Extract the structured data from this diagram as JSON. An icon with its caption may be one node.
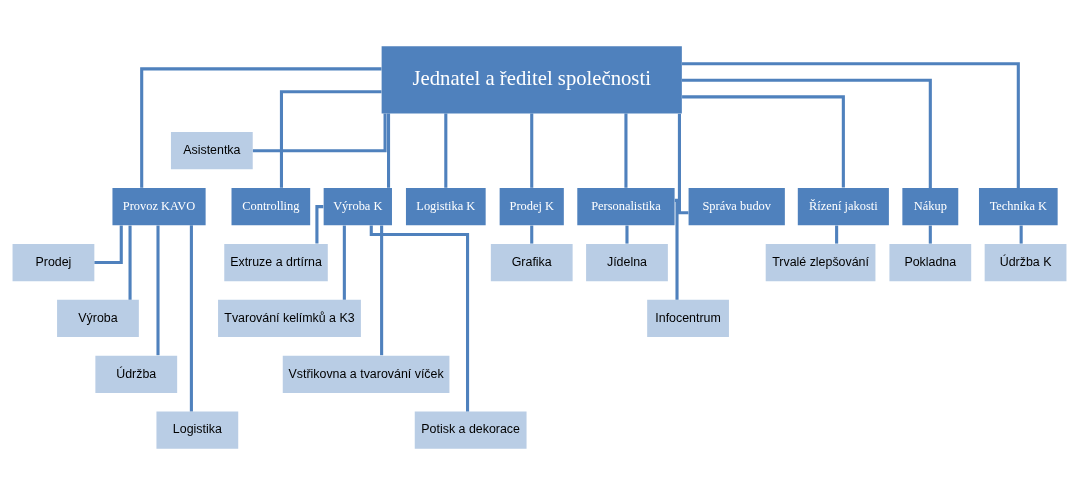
{
  "diagram": {
    "nodes": [
      {
        "text": [
          "Jednatel a ředitel společnosti"
        ]
      },
      {
        "text": [
          "Asistentka"
        ]
      },
      {
        "text": [
          "Provoz KAVO"
        ]
      },
      {
        "text": [
          "Controlling"
        ]
      },
      {
        "text": [
          "Výroba K"
        ]
      },
      {
        "text": [
          "Logistika K"
        ]
      },
      {
        "text": [
          "Prodej K"
        ]
      },
      {
        "text": [
          "Personalistika"
        ]
      },
      {
        "text": [
          "Správa budov"
        ]
      },
      {
        "text": [
          "Řízení jakosti"
        ]
      },
      {
        "text": [
          "Nákup"
        ]
      },
      {
        "text": [
          "Technika K"
        ]
      },
      {
        "text": [
          "Prodej"
        ]
      },
      {
        "text": [
          "Výroba"
        ]
      },
      {
        "text": [
          "Údržba"
        ]
      },
      {
        "text": [
          "Logistika"
        ]
      },
      {
        "text": [
          "Extruze a drtírna"
        ]
      },
      {
        "text": [
          "Tvarování kelímků a K3"
        ]
      },
      {
        "text": [
          "Vstřikovna a tvarování víček"
        ]
      },
      {
        "text": [
          "Potisk a dekorace"
        ]
      },
      {
        "text": [
          "Grafika"
        ]
      },
      {
        "text": [
          "Jídelna"
        ]
      },
      {
        "text": [
          "Infocentrum"
        ]
      },
      {
        "text": [
          "Trvalé zlepšování"
        ]
      },
      {
        "text": [
          "Pokladna"
        ]
      },
      {
        "text": [
          "Údržba K"
        ]
      }
    ],
    "edges": [
      {
        "from": 0,
        "to": 1,
        "arrow": "none"
      },
      {
        "from": 0,
        "to": 2,
        "arrow": "none"
      },
      {
        "from": 0,
        "to": 3,
        "arrow": "none"
      },
      {
        "from": 0,
        "to": 4,
        "arrow": "none"
      },
      {
        "from": 0,
        "to": 5,
        "arrow": "none"
      },
      {
        "from": 0,
        "to": 6,
        "arrow": "none"
      },
      {
        "from": 0,
        "to": 7,
        "arrow": "none"
      },
      {
        "from": 0,
        "to": 8,
        "arrow": "none"
      },
      {
        "from": 0,
        "to": 9,
        "arrow": "none"
      },
      {
        "from": 0,
        "to": 10,
        "arrow": "none"
      },
      {
        "from": 0,
        "to": 11,
        "arrow": "none"
      },
      {
        "from": 2,
        "to": 12,
        "arrow": "none"
      },
      {
        "from": 2,
        "to": 13,
        "arrow": "none"
      },
      {
        "from": 2,
        "to": 14,
        "arrow": "none"
      },
      {
        "from": 2,
        "to": 15,
        "arrow": "none"
      },
      {
        "from": 4,
        "to": 16,
        "arrow": "none"
      },
      {
        "from": 4,
        "to": 17,
        "arrow": "none"
      },
      {
        "from": 4,
        "to": 18,
        "arrow": "none"
      },
      {
        "from": 4,
        "to": 19,
        "arrow": "none"
      },
      {
        "from": 6,
        "to": 20,
        "arrow": "none"
      },
      {
        "from": 7,
        "to": 21,
        "arrow": "none"
      },
      {
        "from": 7,
        "to": 22,
        "arrow": "none"
      },
      {
        "from": 9,
        "to": 23,
        "arrow": "none"
      },
      {
        "from": 10,
        "to": 24,
        "arrow": "none"
      },
      {
        "from": 11,
        "to": 25,
        "arrow": "none"
      }
    ]
  }
}
